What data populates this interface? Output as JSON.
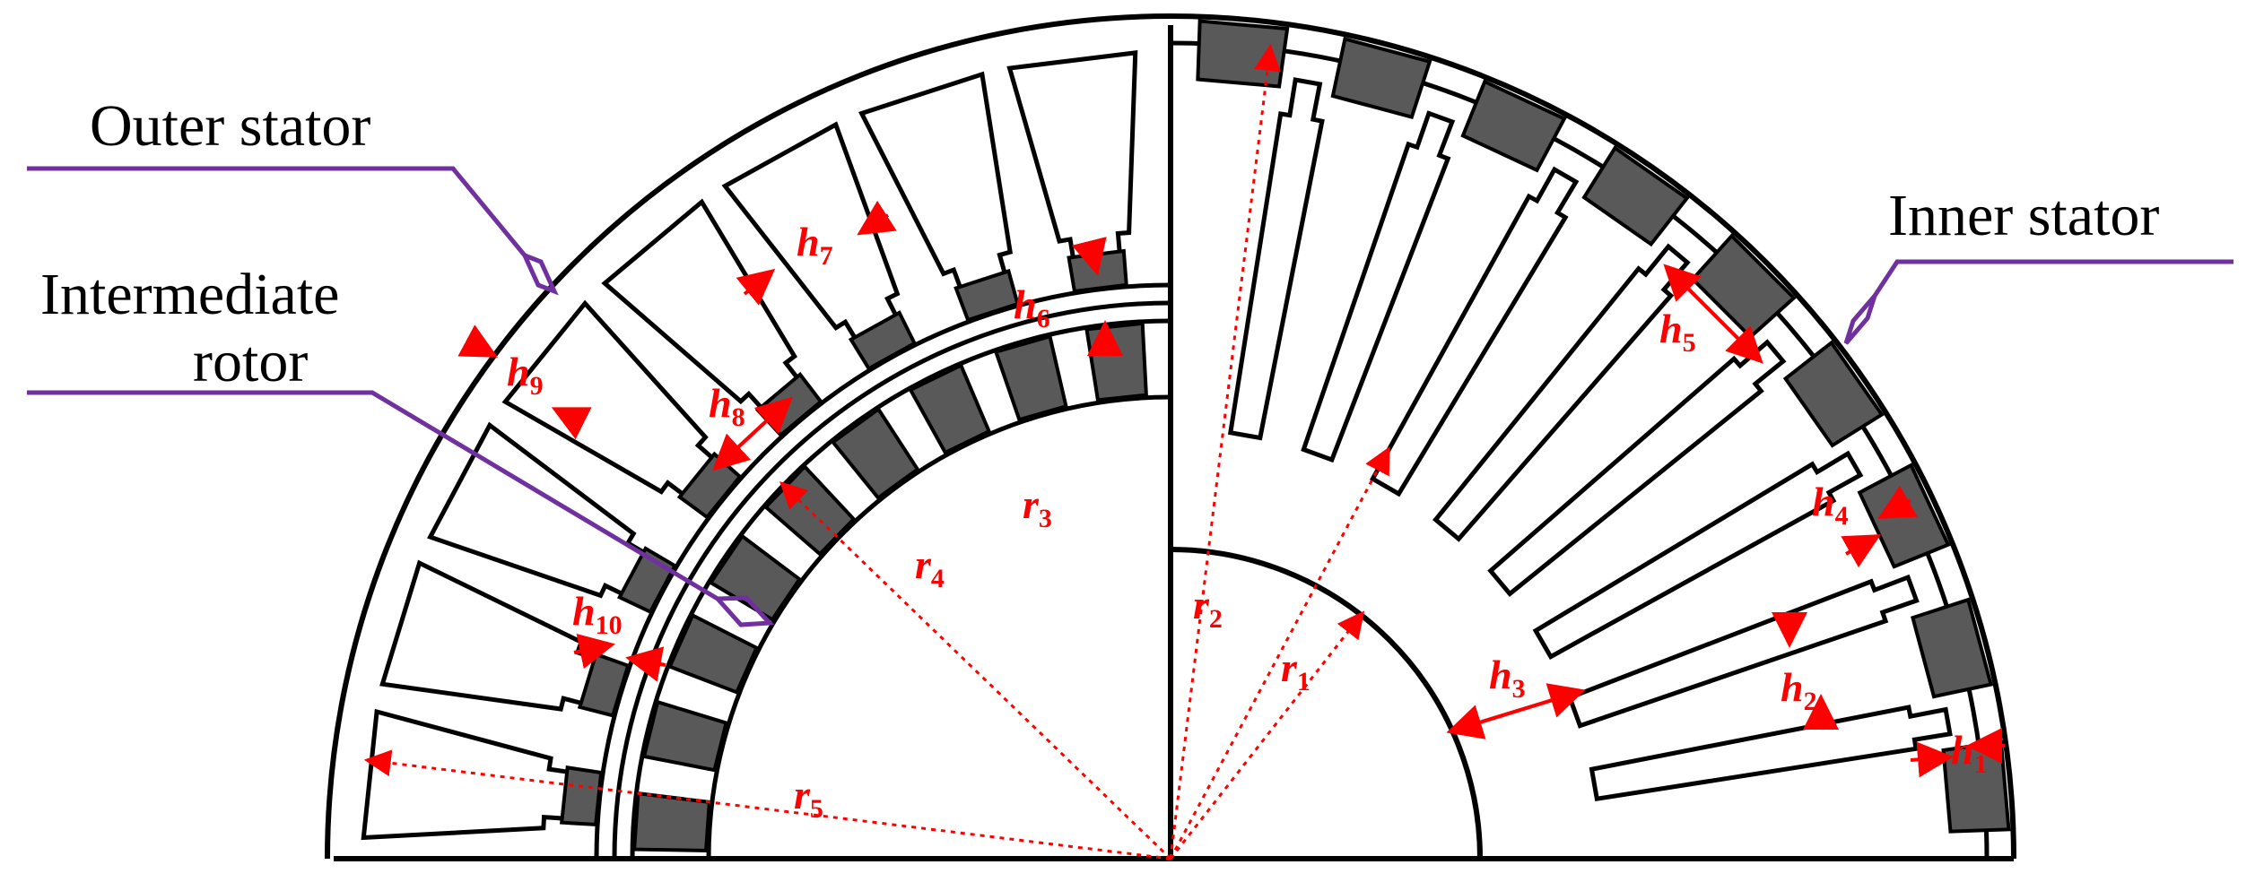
{
  "labels": {
    "outer_stator": "Outer stator",
    "intermediate_rotor_line1": "Intermediate",
    "intermediate_rotor_line2": "rotor",
    "inner_stator": "Inner stator"
  },
  "dimensions": {
    "h1": {
      "base": "h",
      "sub": "1"
    },
    "h2": {
      "base": "h",
      "sub": "2"
    },
    "h3": {
      "base": "h",
      "sub": "3"
    },
    "h4": {
      "base": "h",
      "sub": "4"
    },
    "h5": {
      "base": "h",
      "sub": "5"
    },
    "h6": {
      "base": "h",
      "sub": "6"
    },
    "h7": {
      "base": "h",
      "sub": "7"
    },
    "h8": {
      "base": "h",
      "sub": "8"
    },
    "h9": {
      "base": "h",
      "sub": "9"
    },
    "h10": {
      "base": "h",
      "sub": "10"
    },
    "r1": {
      "base": "r",
      "sub": "1"
    },
    "r2": {
      "base": "r",
      "sub": "2"
    },
    "r3": {
      "base": "r",
      "sub": "3"
    },
    "r4": {
      "base": "r",
      "sub": "4"
    },
    "r5": {
      "base": "r",
      "sub": "5"
    }
  },
  "colors": {
    "outline": "#000000",
    "magnet": "#595959",
    "dimension": "#ff0000",
    "leader": "#7030a0"
  }
}
